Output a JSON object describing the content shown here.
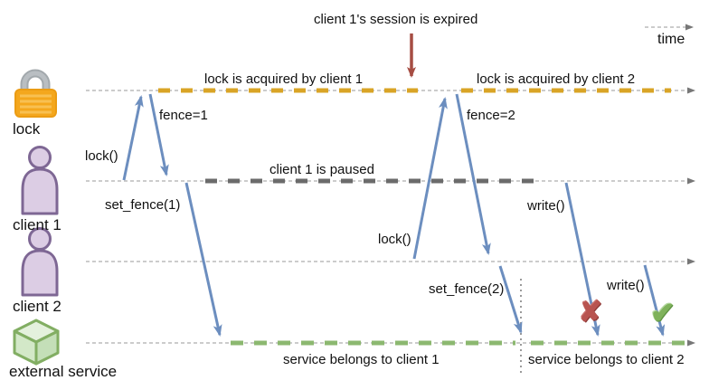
{
  "annotation": {
    "session_expired": "client 1's session is expired"
  },
  "time_label": "time",
  "actors": {
    "lock": "lock",
    "client1": "client 1",
    "client2": "client 2",
    "service": "external service"
  },
  "timeline_labels": {
    "lock_acquired_1": "lock is acquired by client 1",
    "lock_acquired_2": "lock is acquired by client 2",
    "client1_paused": "client 1 is paused",
    "service_client1": "service belongs to client 1",
    "service_client2": "service belongs to client 2"
  },
  "messages": {
    "lock1": "lock()",
    "fence1": "fence=1",
    "set_fence1": "set_fence(1)",
    "lock2": "lock()",
    "fence2": "fence=2",
    "set_fence2": "set_fence(2)",
    "write1": "write()",
    "write2": "write()"
  },
  "marks": {
    "fail": "✘",
    "success": "✔"
  },
  "colors": {
    "lock_segment": "#d9a426",
    "paused_segment": "#6b6b6b",
    "service_segment": "#8cb870",
    "message_arrow": "#6c8ebf",
    "annotation_arrow": "#a64d43",
    "timeline": "#999999",
    "divider": "#9a9a9a",
    "fail_mark": "#b85450",
    "success_mark": "#7fb25b"
  }
}
